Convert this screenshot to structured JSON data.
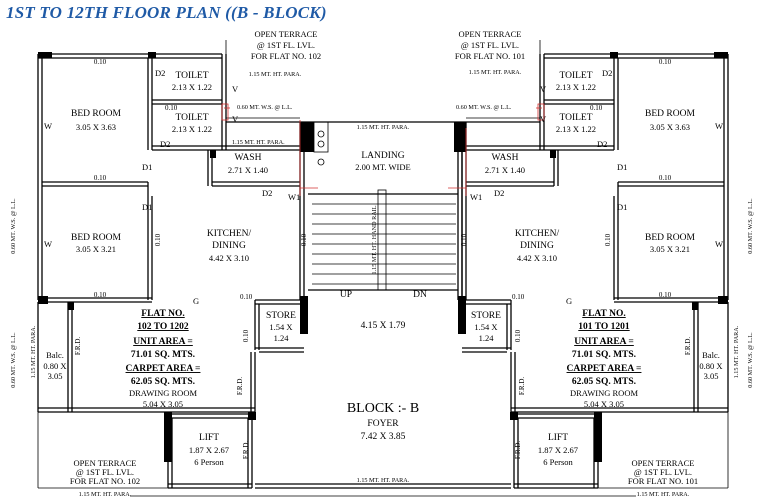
{
  "title": "1ST TO 12TH FLOOR PLAN ((B - BLOCK)",
  "colors": {
    "title": "#1f5aa6",
    "lines": "#000000",
    "pipes": "#d03030"
  },
  "top_left_terrace": {
    "line1": "OPEN TERRACE",
    "line2": "@ 1ST FL. LVL.",
    "line3": "FOR FLAT NO. 102"
  },
  "top_right_terrace": {
    "line1": "OPEN TERRACE",
    "line2": "@ 1ST FL. LVL.",
    "line3": "FOR FLAT NO. 101"
  },
  "bottom_left_terrace": {
    "line1": "OPEN TERRACE",
    "line2": "@ 1ST FL. LVL.",
    "line3": "FOR FLAT NO. 102"
  },
  "bottom_right_terrace": {
    "line1": "OPEN TERRACE",
    "line2": "@ 1ST FL. LVL.",
    "line3": "FOR FLAT NO. 101"
  },
  "parapet": "1.15 MT. HT. PARA.",
  "window_sill": "0.60 MT. W.S. @ L.L.",
  "wall_thickness": "0.10",
  "rooms": {
    "bed_room": "BED ROOM",
    "toilet": "TOILET",
    "wash": "WASH",
    "kitchen": "KITCHEN/",
    "dining": "DINING",
    "store": "STORE",
    "drawing": "DRAWING ROOM",
    "balc": "Balc.",
    "lift": "LIFT",
    "lift_cap": "6 Person",
    "landing": "LANDING",
    "landing_size": "2.00 MT. WIDE",
    "stair_size": "4.15 X 1.79",
    "foyer": "FOYER",
    "foyer_size": "7.42 X 3.85",
    "block": "BLOCK :- B",
    "handrail": "1.15 MT. HT. HAND RAIL",
    "up": "UP",
    "dn": "DN",
    "frd": "F.R.D."
  },
  "sizes": {
    "bed1": "3.05 X 3.63",
    "bed2": "3.05 X 3.21",
    "toilet": "2.13 X 1.22",
    "wash": "2.71 X 1.40",
    "kitchen": "4.42 X 3.10",
    "store_a": "1.54 X",
    "store_b": "1.24",
    "drawing": "5.04 X 3.05",
    "balc_a": "0.80 X",
    "balc_b": "3.05",
    "lift": "1.87 X 2.67"
  },
  "doors": {
    "d1": "D1",
    "d2": "D2",
    "w": "W",
    "w1": "W1",
    "v": "V",
    "g": "G"
  },
  "flat_left": {
    "flat_no": "FLAT NO.",
    "range": "102 TO 1202",
    "unit_area": "UNIT AREA =",
    "unit_value": "71.01 SQ. MTS.",
    "carpet_area": "CARPET AREA =",
    "carpet_value": "62.05 SQ. MTS."
  },
  "flat_right": {
    "flat_no": "FLAT NO.",
    "range": "101 TO 1201",
    "unit_area": "UNIT AREA =",
    "unit_value": "71.01 SQ. MTS.",
    "carpet_area": "CARPET AREA =",
    "carpet_value": "62.05 SQ. MTS."
  }
}
